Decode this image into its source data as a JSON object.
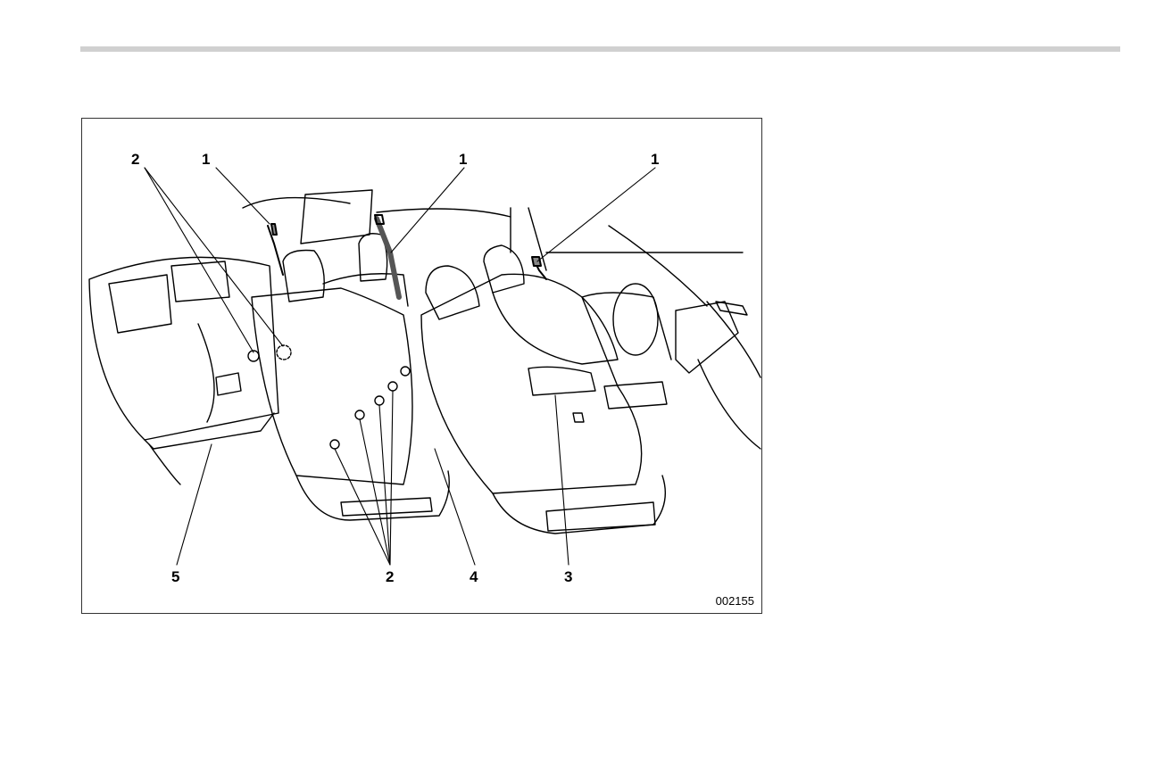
{
  "figure": {
    "code": "002155",
    "callouts": {
      "belt_left": "1",
      "belt_middle": "1",
      "belt_right": "1",
      "anchor_rear": "2",
      "anchor_front": "2",
      "rear_seat": "5",
      "front_seat": "3",
      "second_seat": "4"
    }
  }
}
